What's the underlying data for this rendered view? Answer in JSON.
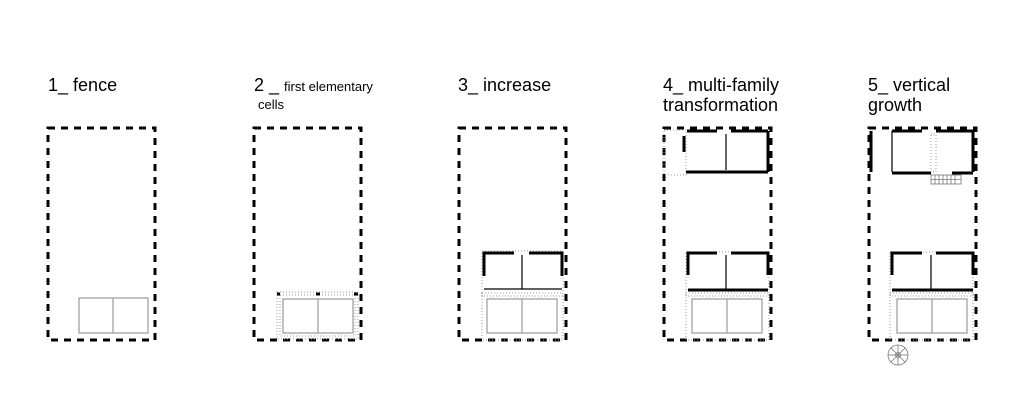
{
  "steps": [
    {
      "number": "1_",
      "label": "fence",
      "label_line2": ""
    },
    {
      "number": "2 _",
      "label": "first elementary",
      "label_line2": "cells"
    },
    {
      "number": "3_",
      "label": "increase",
      "label_line2": ""
    },
    {
      "number": "4_",
      "label": "multi-family",
      "label_line2": "transformation"
    },
    {
      "number": "5_",
      "label": "vertical",
      "label_line2": "growth"
    }
  ],
  "colors": {
    "fence": "#000000",
    "thin_line": "#9a9a9a",
    "background": "#ffffff"
  }
}
